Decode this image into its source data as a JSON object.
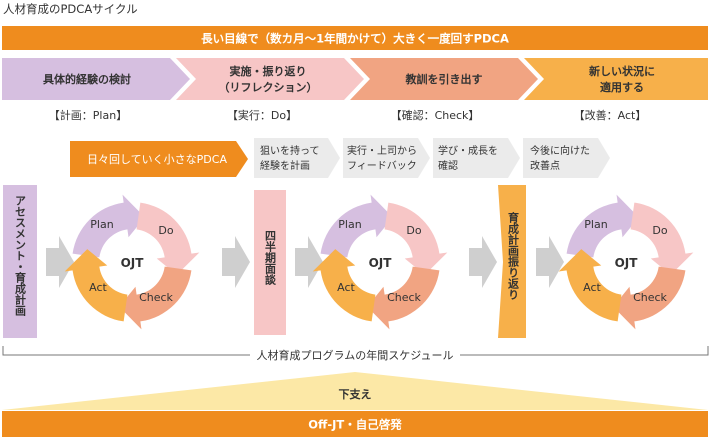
{
  "title": "人材育成のPDCAサイクル",
  "banner": "長い目線で（数カ月～1年間かけて）大きく一度回すPDCA",
  "phases": [
    {
      "lines": [
        "具体的経験の検討"
      ],
      "tag": "【計画：Plan】"
    },
    {
      "lines": [
        "実施・振り返り",
        "（リフレクション）"
      ],
      "tag": "【実行：Do】"
    },
    {
      "lines": [
        "教訓を引き出す"
      ],
      "tag": "【確認：Check】"
    },
    {
      "lines": [
        "新しい状況に",
        "適用する"
      ],
      "tag": "【改善：Act】"
    }
  ],
  "small_pdca": "日々回していく小さなPDCA",
  "small_steps": [
    [
      "狙いを持って",
      "経験を計画"
    ],
    [
      "実行・上司から",
      "フィードバック"
    ],
    [
      "学び・成長を",
      "確認"
    ],
    [
      "今後に向けた",
      "改善点"
    ]
  ],
  "cycle": {
    "plan": "Plan",
    "do": "Do",
    "check": "Check",
    "act": "Act",
    "center": "OJT"
  },
  "left_box": "アセスメント・育成計画",
  "mid_box": "四半期面談",
  "right_box": "育成計画振り返り",
  "schedule": "人材育成プログラムの年間スケジュール",
  "support": "下支え",
  "footer": "Off-JT・自己啓発",
  "colors": {
    "orange": "#ef8c1e",
    "purple": "#d6bfe0",
    "pink": "#f7c6c6",
    "salmon": "#f1a482",
    "gold": "#f7b04a",
    "gray": "#cfcfcf",
    "small_box": "#ebebeb",
    "pale_yellow": "#fce8a6"
  }
}
